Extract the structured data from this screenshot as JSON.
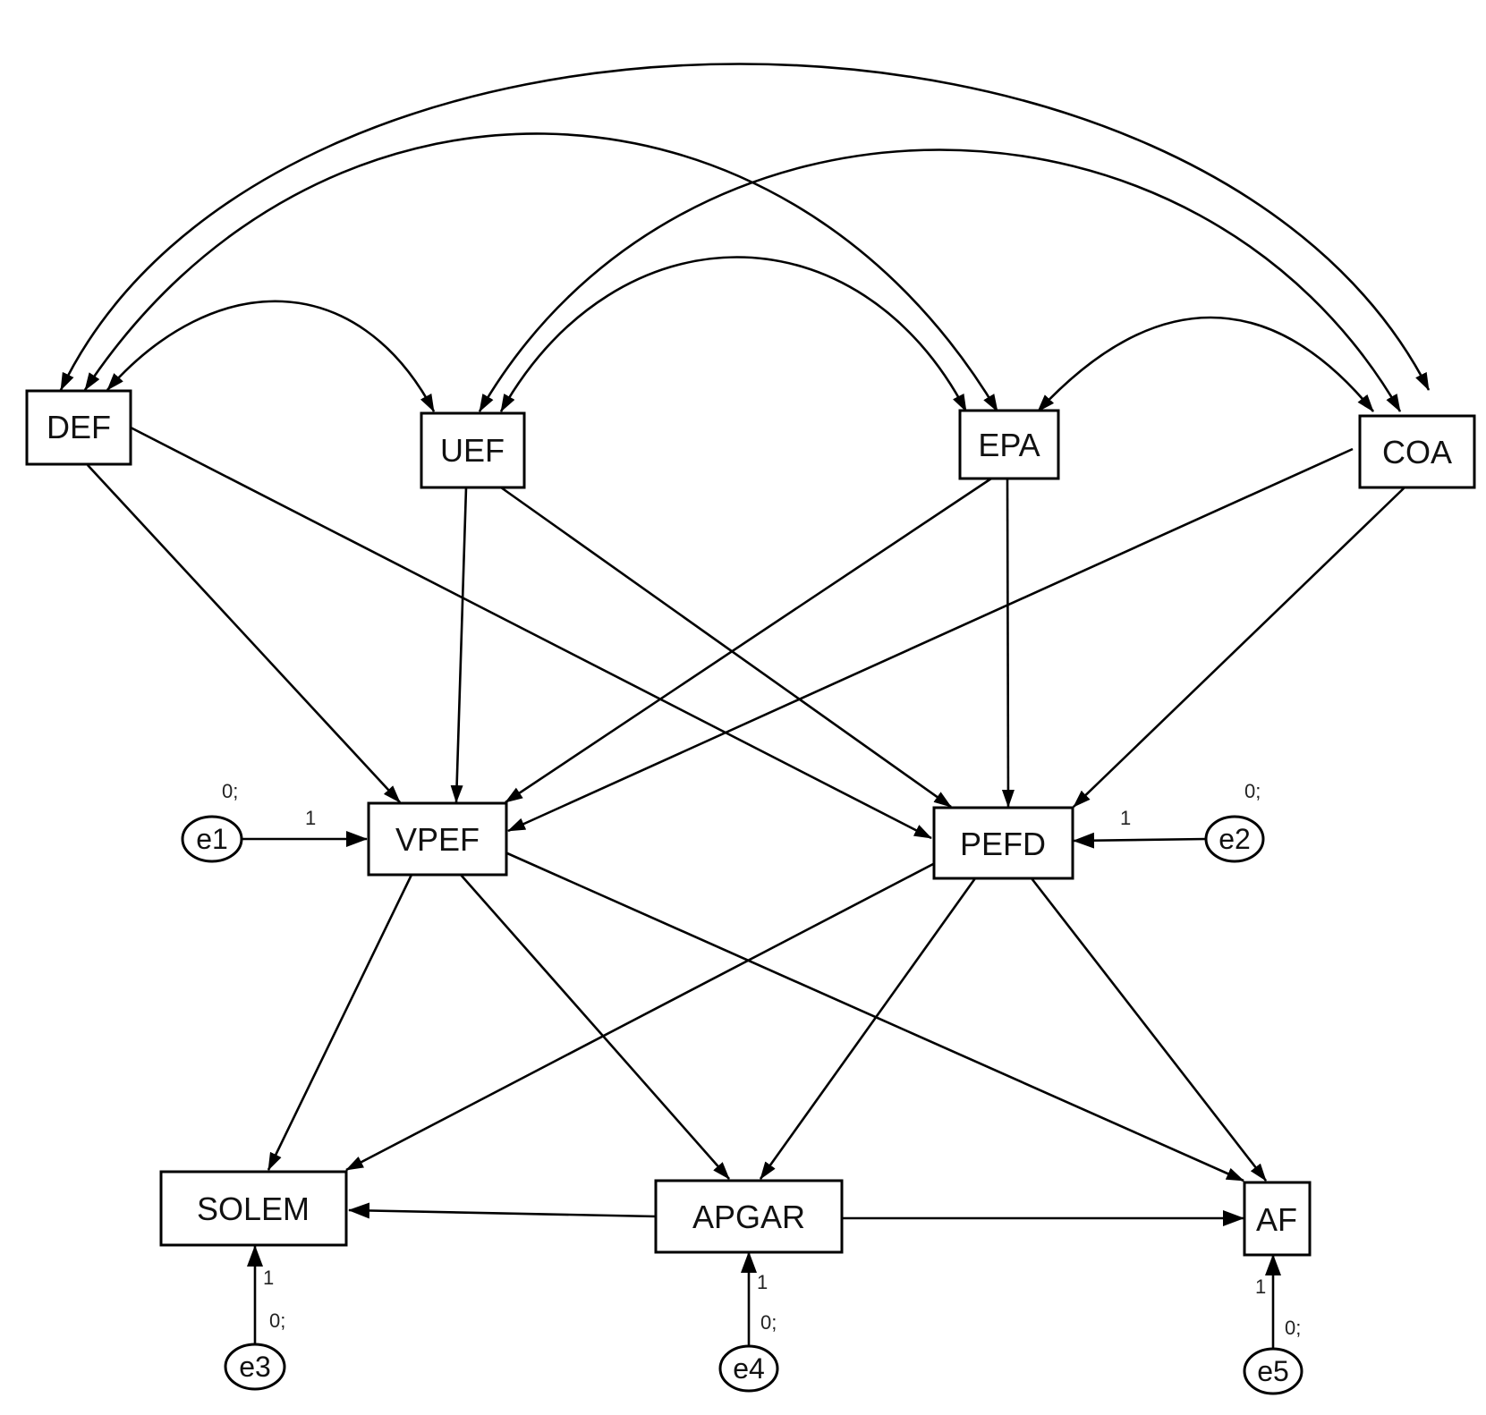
{
  "nodes": {
    "def": "DEF",
    "uef": "UEF",
    "epa": "EPA",
    "coa": "COA",
    "vpef": "VPEF",
    "pefd": "PEFD",
    "solem": "SOLEM",
    "apgar": "APGAR",
    "af": "AF"
  },
  "errors": {
    "e1": {
      "name": "e1",
      "mean_variance": "0;",
      "weight": "1"
    },
    "e2": {
      "name": "e2",
      "mean_variance": "0;",
      "weight": "1"
    },
    "e3": {
      "name": "e3",
      "mean_variance": "0;",
      "weight": "1"
    },
    "e4": {
      "name": "e4",
      "mean_variance": "0;",
      "weight": "1"
    },
    "e5": {
      "name": "e5",
      "mean_variance": "0;",
      "weight": "1"
    }
  },
  "paths": [
    {
      "from": "DEF",
      "to": "VPEF"
    },
    {
      "from": "DEF",
      "to": "PEFD"
    },
    {
      "from": "UEF",
      "to": "VPEF"
    },
    {
      "from": "UEF",
      "to": "PEFD"
    },
    {
      "from": "EPA",
      "to": "VPEF"
    },
    {
      "from": "EPA",
      "to": "PEFD"
    },
    {
      "from": "COA",
      "to": "VPEF"
    },
    {
      "from": "COA",
      "to": "PEFD"
    },
    {
      "from": "VPEF",
      "to": "SOLEM"
    },
    {
      "from": "VPEF",
      "to": "APGAR"
    },
    {
      "from": "VPEF",
      "to": "AF"
    },
    {
      "from": "PEFD",
      "to": "SOLEM"
    },
    {
      "from": "PEFD",
      "to": "APGAR"
    },
    {
      "from": "PEFD",
      "to": "AF"
    },
    {
      "from": "APGAR",
      "to": "SOLEM"
    },
    {
      "from": "APGAR",
      "to": "AF"
    }
  ],
  "covariances": [
    [
      "DEF",
      "UEF"
    ],
    [
      "DEF",
      "EPA"
    ],
    [
      "DEF",
      "COA"
    ],
    [
      "UEF",
      "EPA"
    ],
    [
      "UEF",
      "COA"
    ],
    [
      "EPA",
      "COA"
    ]
  ]
}
